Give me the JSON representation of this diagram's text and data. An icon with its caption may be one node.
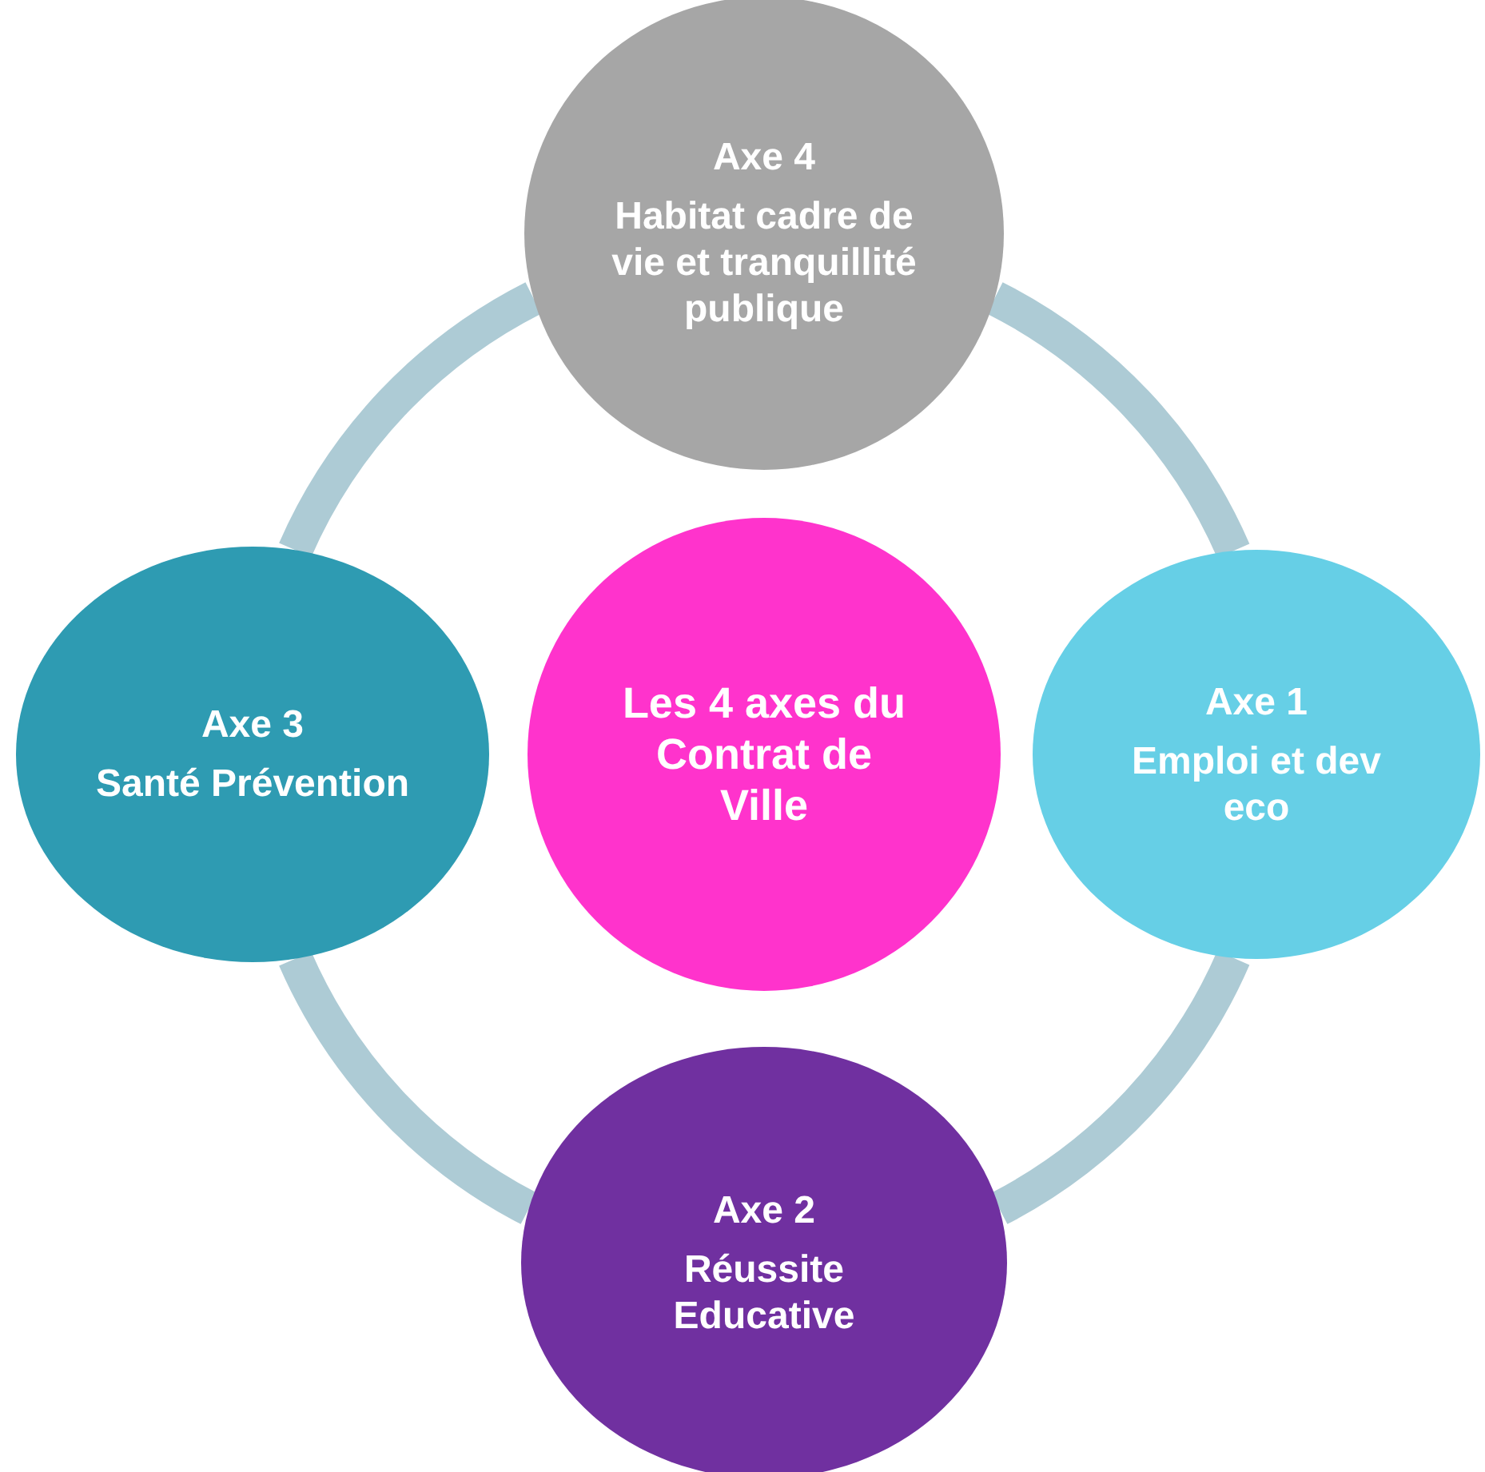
{
  "diagram": {
    "nodes": [
      {
        "text": [
          "Axe 4",
          "Habitat cadre de vie et tranquillité publique"
        ]
      },
      {
        "text": [
          "Axe 3",
          "Santé Prévention"
        ]
      },
      {
        "text": [
          "Les 4 axes du Contrat de Ville"
        ]
      },
      {
        "text": [
          "Axe 1",
          "Emploi et dev eco"
        ]
      },
      {
        "text": [
          "Axe 2",
          "Réussite Educative"
        ]
      }
    ],
    "edges": [
      {
        "from": 0,
        "to": 3,
        "arrow": "none"
      },
      {
        "from": 3,
        "to": 4,
        "arrow": "none"
      },
      {
        "from": 4,
        "to": 1,
        "arrow": "none"
      },
      {
        "from": 1,
        "to": 0,
        "arrow": "none"
      }
    ]
  }
}
